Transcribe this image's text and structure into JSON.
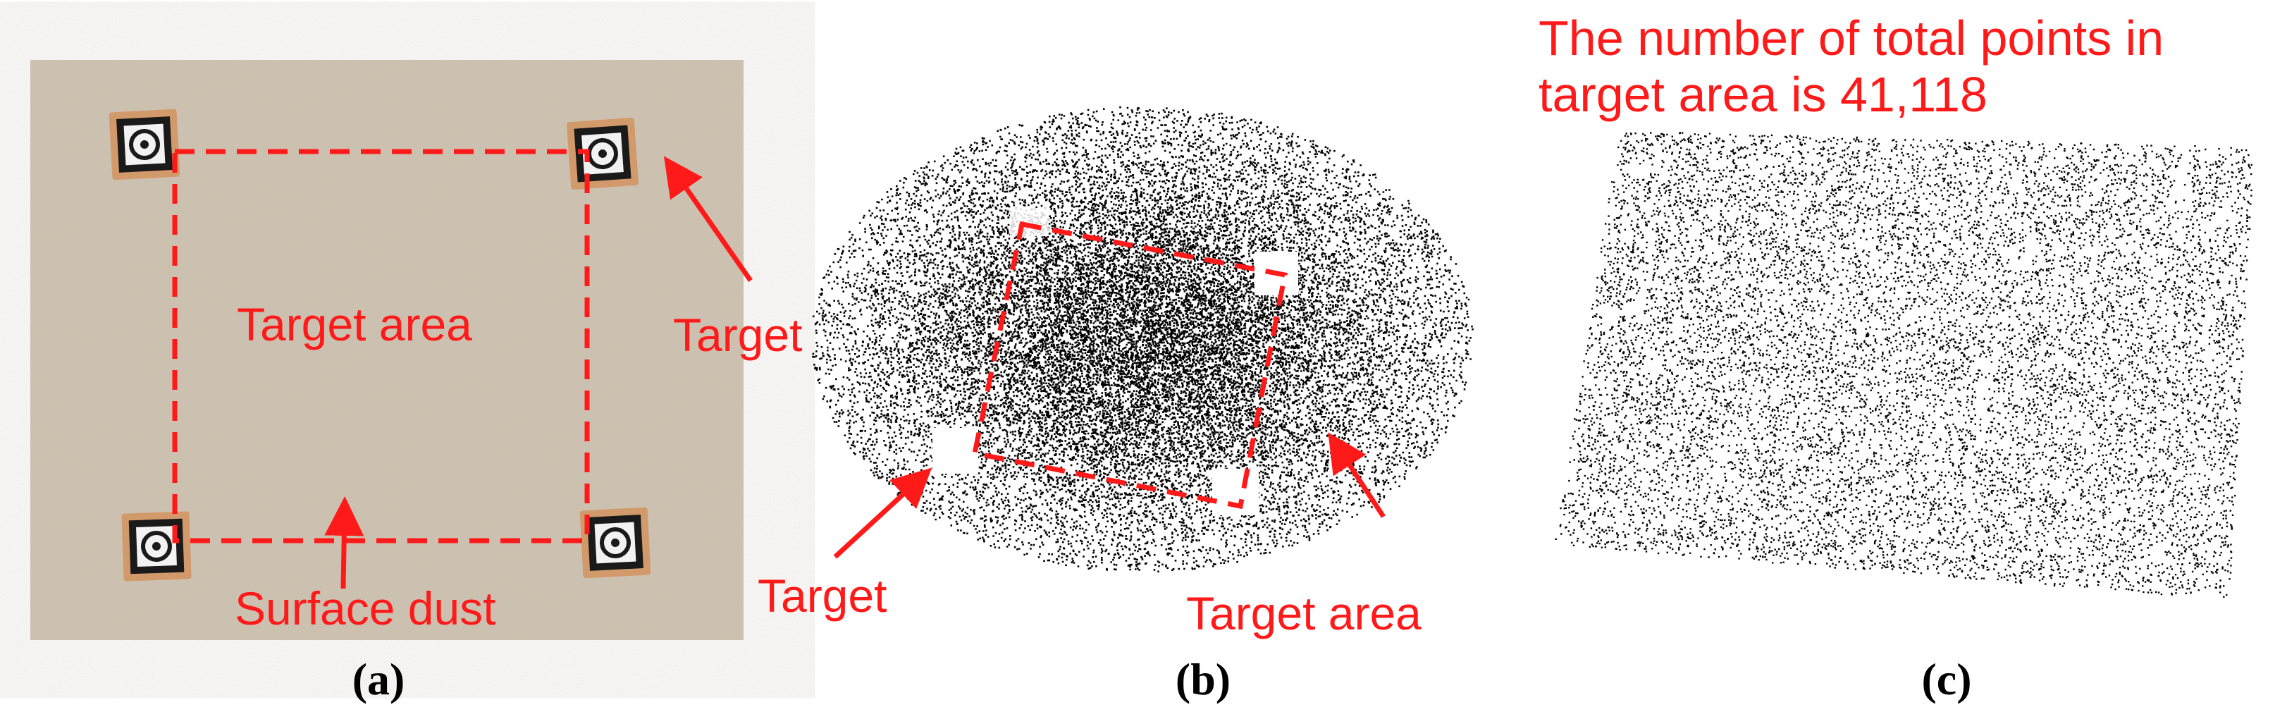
{
  "colors": {
    "annotation": "#ff1a1a",
    "panel_a_background": "#c9bba8",
    "marker_frame": "#d29a6a",
    "marker_inner": "#1a1a1a",
    "point": "#000000",
    "caption": "#000000"
  },
  "panel_a": {
    "labels": {
      "target_area": "Target area",
      "target": "Target",
      "surface_dust": "Surface dust"
    },
    "caption": "(a)",
    "marker_icon": "target-marker-icon"
  },
  "panel_b": {
    "labels": {
      "target": "Target",
      "target_area": "Target area"
    },
    "caption": "(b)",
    "point_count_drawn": 24000
  },
  "panel_c": {
    "title_line1": "The number of total points in",
    "title_line2": "target area is 41,118",
    "caption": "(c)",
    "point_count_drawn": 12000
  }
}
